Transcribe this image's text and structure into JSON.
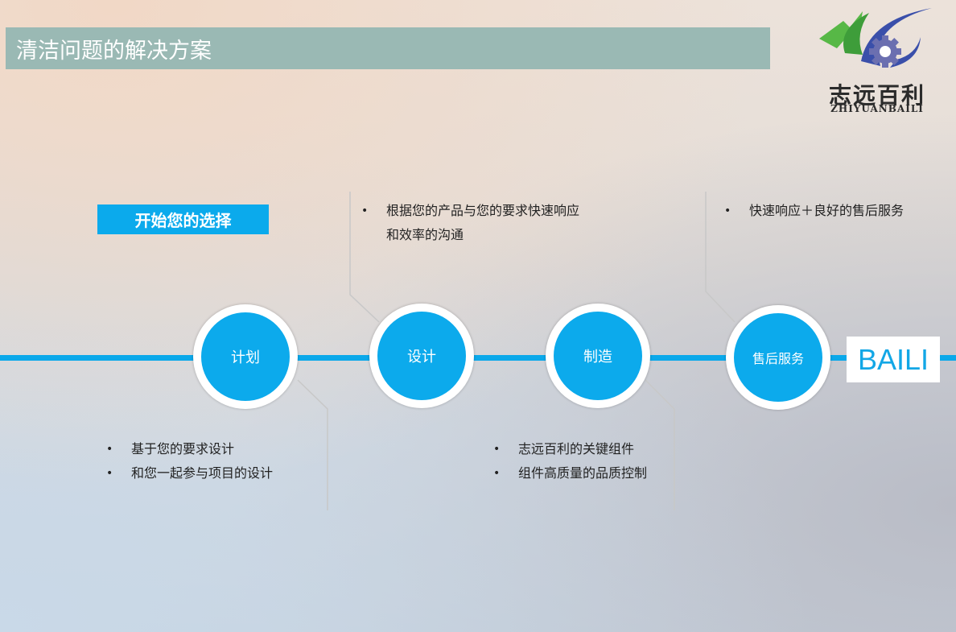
{
  "header": {
    "title": "清洁问题的解决方案"
  },
  "logo": {
    "name_cn": "志远百利",
    "name_en": "ZHIYUANBAILI",
    "icon": "gear-arrow-logo"
  },
  "start_label": "开始您的选择",
  "steps": [
    {
      "label": "计划"
    },
    {
      "label": "设计"
    },
    {
      "label": "制造"
    },
    {
      "label": "售后服务"
    }
  ],
  "plan_points": [
    "基于您的要求设计",
    "和您一起参与项目的设计"
  ],
  "design_points": [
    "根据您的产品与您的要求快速响应",
    "和效率的沟通"
  ],
  "manufacture_points": [
    "志远百利的关键组件",
    "组件高质量的品质控制"
  ],
  "service_points": [
    "快速响应＋良好的售后服务"
  ],
  "end_badge": "BAILI",
  "colors": {
    "accent": "#0baaec",
    "title_bar": "#9ab9b4"
  }
}
